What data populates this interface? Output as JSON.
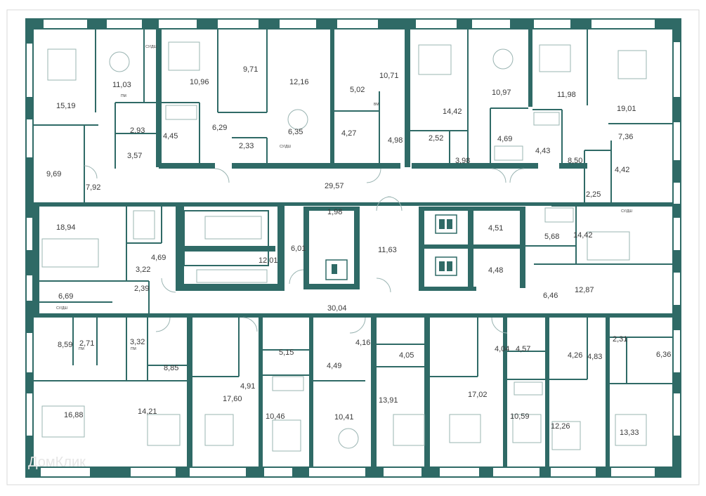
{
  "plan": {
    "wall_color": "#2f6a66",
    "furniture_color": "#9ab4b2",
    "corridor_upper_label": "29,57",
    "corridor_lower_label": "30,04",
    "watermark": "ДомКлик",
    "fixture_labels": [
      "СУ/ДШ",
      "ПМ",
      "ВМ"
    ],
    "elevator_icon": "elevator-icon",
    "rooms": [
      {
        "label": "15,19"
      },
      {
        "label": "11,03"
      },
      {
        "label": "10,96"
      },
      {
        "label": "9,71"
      },
      {
        "label": "12,16"
      },
      {
        "label": "10,71"
      },
      {
        "label": "5,02"
      },
      {
        "label": "14,42"
      },
      {
        "label": "10,97"
      },
      {
        "label": "11,98"
      },
      {
        "label": "19,01"
      },
      {
        "label": "2,93"
      },
      {
        "label": "4,45"
      },
      {
        "label": "6,29"
      },
      {
        "label": "6,35"
      },
      {
        "label": "4,27"
      },
      {
        "label": "4,98"
      },
      {
        "label": "2,52"
      },
      {
        "label": "4,69"
      },
      {
        "label": "7,36"
      },
      {
        "label": "9,69"
      },
      {
        "label": "3,57"
      },
      {
        "label": "2,33"
      },
      {
        "label": "3,98"
      },
      {
        "label": "4,43"
      },
      {
        "label": "8,50"
      },
      {
        "label": "4,42"
      },
      {
        "label": "7,92"
      },
      {
        "label": "2,25"
      },
      {
        "label": "18,94"
      },
      {
        "label": "1,98"
      },
      {
        "label": "14,42"
      },
      {
        "label": "4,69"
      },
      {
        "label": "12,01"
      },
      {
        "label": "6,01"
      },
      {
        "label": "11,63"
      },
      {
        "label": "4,51"
      },
      {
        "label": "5,68"
      },
      {
        "label": "3,22"
      },
      {
        "label": "4,48"
      },
      {
        "label": "6,69"
      },
      {
        "label": "2,39"
      },
      {
        "label": "6,46"
      },
      {
        "label": "12,87"
      },
      {
        "label": "8,59"
      },
      {
        "label": "2,71"
      },
      {
        "label": "3,32"
      },
      {
        "label": "5,15"
      },
      {
        "label": "4,16"
      },
      {
        "label": "4,04"
      },
      {
        "label": "4,57"
      },
      {
        "label": "2,31"
      },
      {
        "label": "4,49"
      },
      {
        "label": "4,05"
      },
      {
        "label": "4,26"
      },
      {
        "label": "4,83"
      },
      {
        "label": "6,36"
      },
      {
        "label": "8,85"
      },
      {
        "label": "4,91"
      },
      {
        "label": "13,91"
      },
      {
        "label": "17,02"
      },
      {
        "label": "17,60"
      },
      {
        "label": "16,88"
      },
      {
        "label": "14,21"
      },
      {
        "label": "10,46"
      },
      {
        "label": "10,41"
      },
      {
        "label": "10,59"
      },
      {
        "label": "12,26"
      },
      {
        "label": "13,33"
      }
    ]
  }
}
